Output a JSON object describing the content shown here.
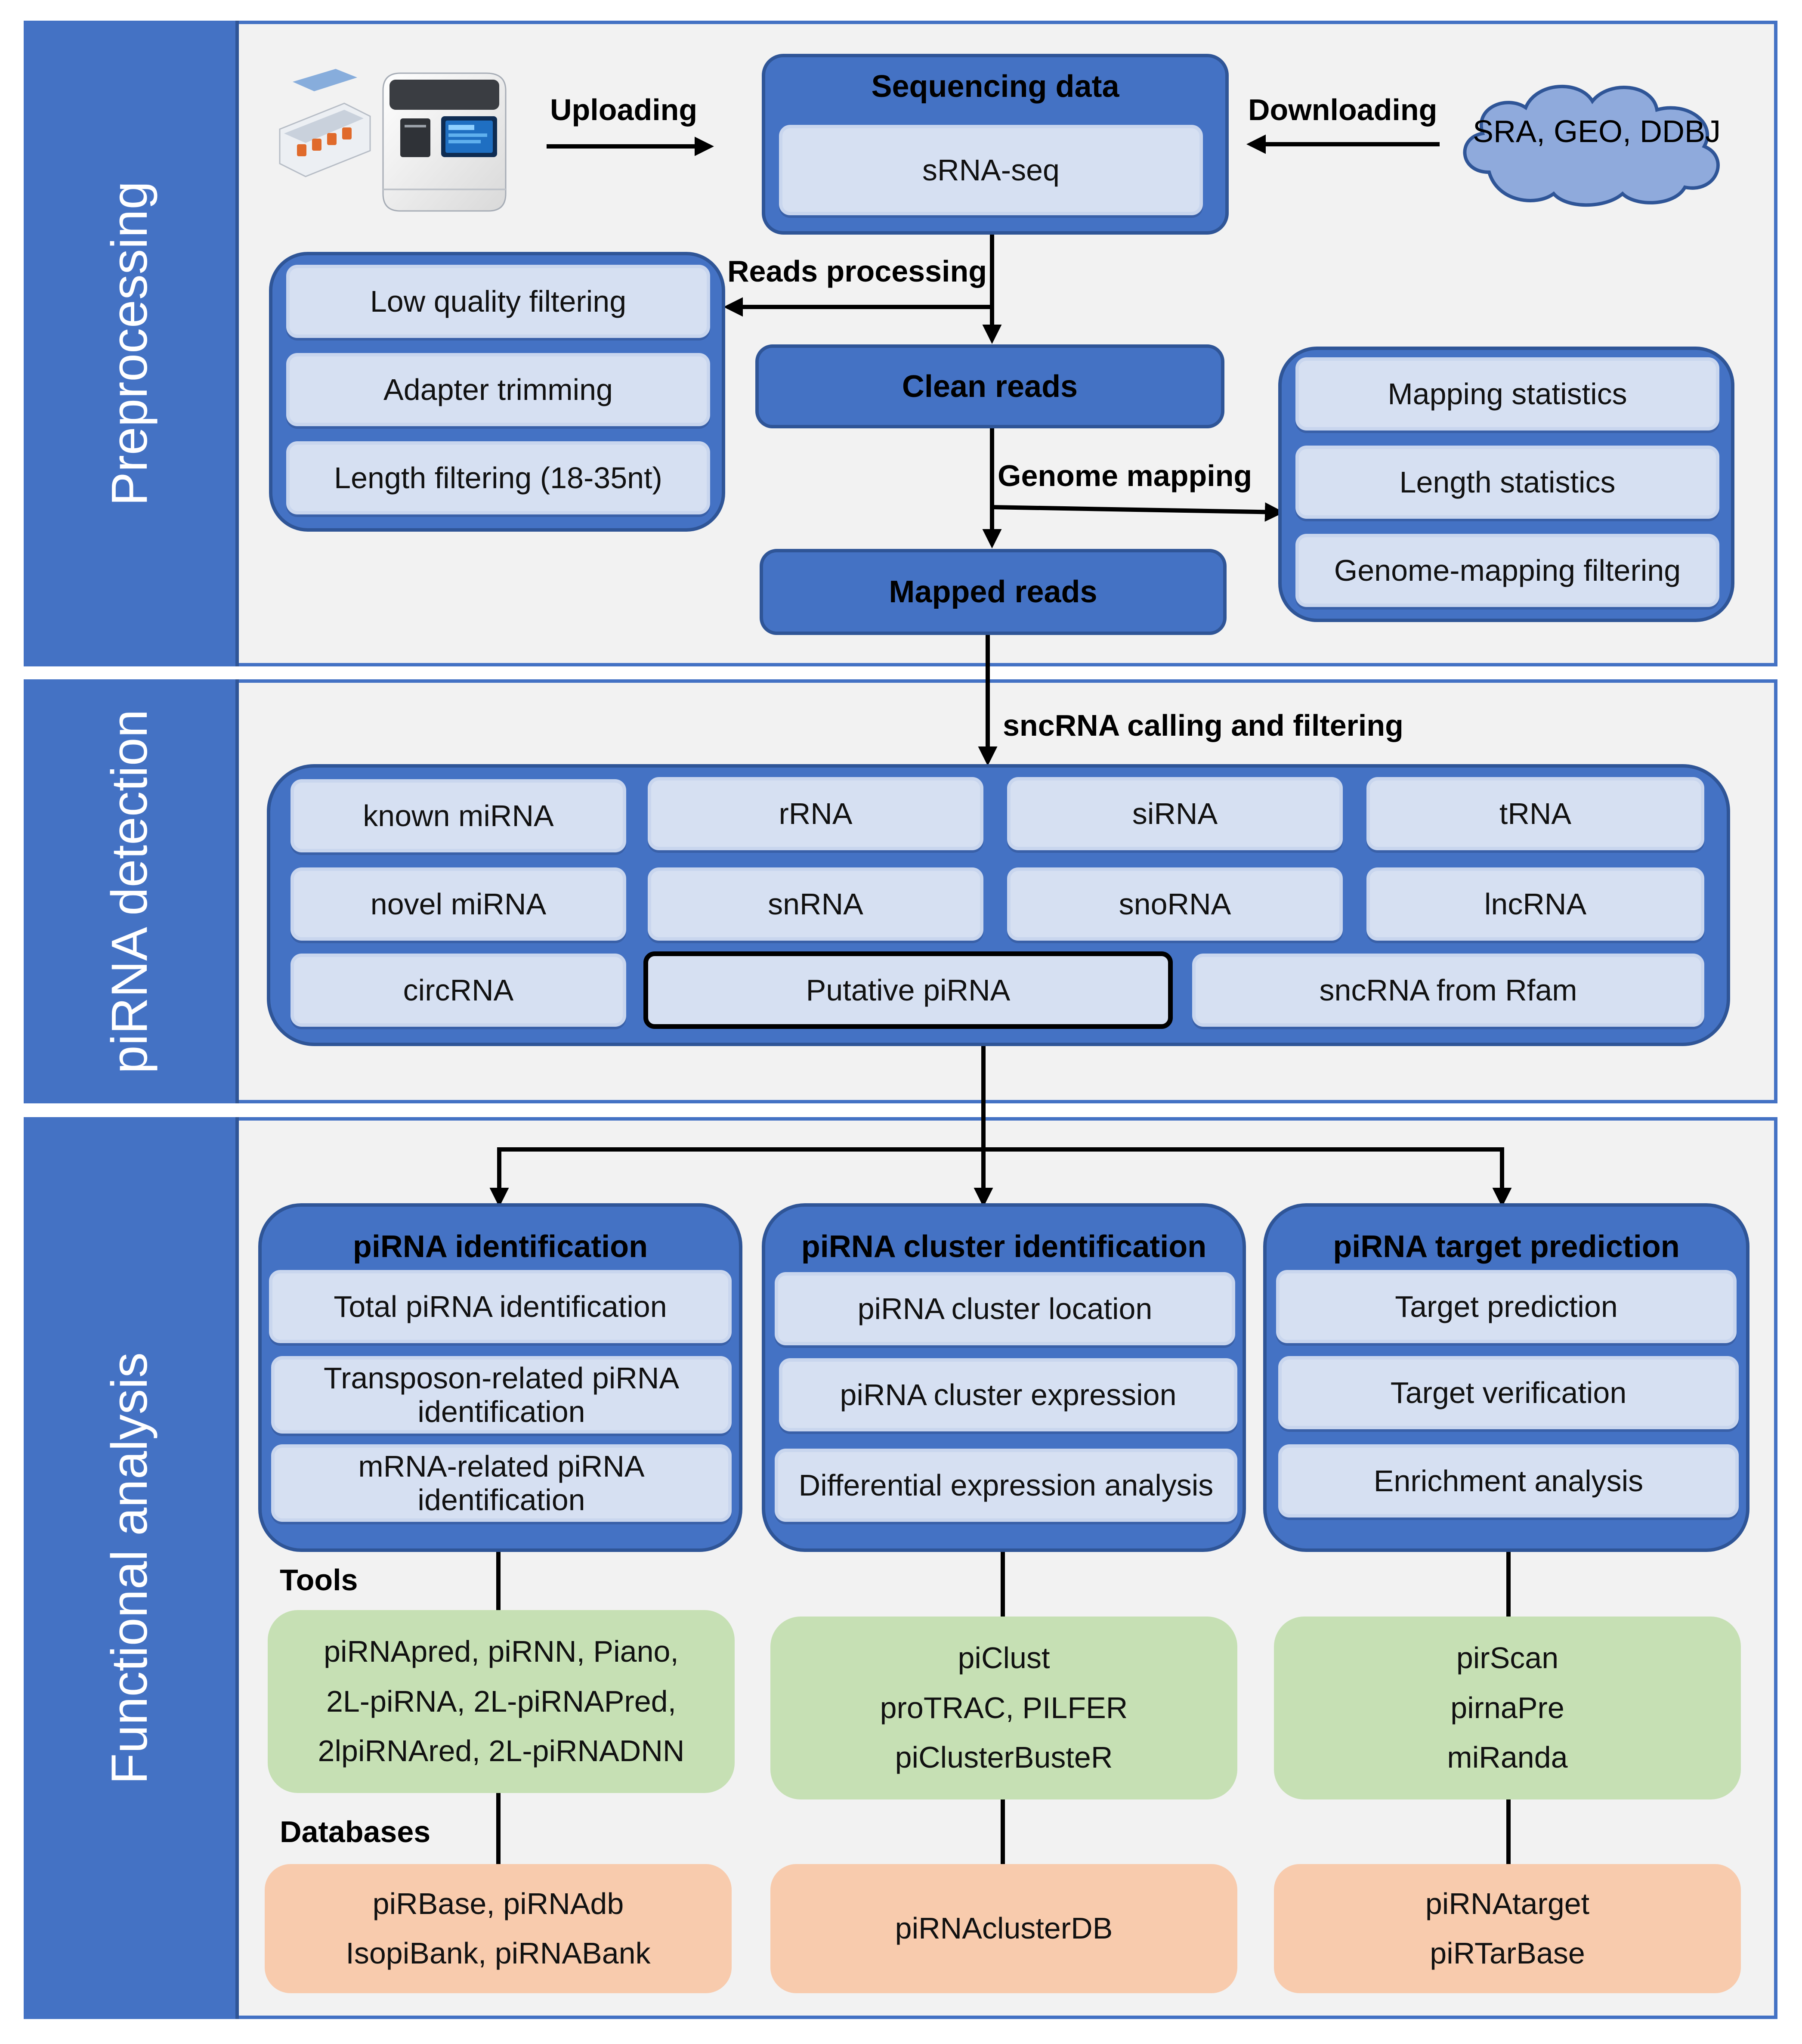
{
  "sections": {
    "preprocessing": "Preprocessing",
    "detection": "piRNA detection",
    "functional": "Functional analysis"
  },
  "preprocessing": {
    "uploading": "Uploading",
    "downloading": "Downloading",
    "cloud": "SRA, GEO, DDBJ",
    "sequencing_title": "Sequencing data",
    "sequencing_sub": "sRNA-seq",
    "reads_processing": "Reads processing",
    "filters": [
      "Low quality filtering",
      "Adapter trimming",
      "Length filtering (18-35nt)"
    ],
    "clean_reads": "Clean reads",
    "genome_mapping": "Genome mapping",
    "stats": [
      "Mapping statistics",
      "Length statistics",
      "Genome-mapping filtering"
    ],
    "mapped_reads": "Mapped reads"
  },
  "detection": {
    "calling": "sncRNA calling and filtering",
    "row1": [
      "known miRNA",
      "rRNA",
      "siRNA",
      "tRNA"
    ],
    "row2": [
      "novel miRNA",
      "snRNA",
      "snoRNA",
      "lncRNA"
    ],
    "row3": [
      "circRNA",
      "Putative piRNA",
      "sncRNA from Rfam"
    ]
  },
  "functional": {
    "tools_label": "Tools",
    "databases_label": "Databases",
    "identification": {
      "title": "piRNA identification",
      "items": [
        "Total piRNA identification",
        "Transposon-related piRNA\nidentification",
        "mRNA-related piRNA\nidentification"
      ],
      "tools": "piRNApred, piRNN, Piano,\n2L-piRNA, 2L-piRNAPred,\n2lpiRNAred, 2L-piRNADNN",
      "databases": "piRBase, piRNAdb\nIsopiBank, piRNABank"
    },
    "cluster": {
      "title": "piRNA cluster identification",
      "items": [
        "piRNA cluster location",
        "piRNA cluster expression",
        "Differential expression analysis"
      ],
      "tools": "piClust\nproTRAC, PILFER\npiClusterBusteR",
      "databases": "piRNAclusterDB"
    },
    "target": {
      "title": "piRNA target prediction",
      "items": [
        "Target prediction",
        "Target verification",
        "Enrichment analysis"
      ],
      "tools": "pirScan\npirnaPre\nmiRanda",
      "databases": "piRNAtarget\npiRTarBase"
    }
  },
  "colors": {
    "primary_blue": "#4472c4",
    "dark_blue": "#2f5597",
    "light_blue": "#d6e0f2",
    "tools_green": "#c6e0b4",
    "databases_peach": "#f8cbad",
    "panel_grey": "#f2f2f2"
  }
}
